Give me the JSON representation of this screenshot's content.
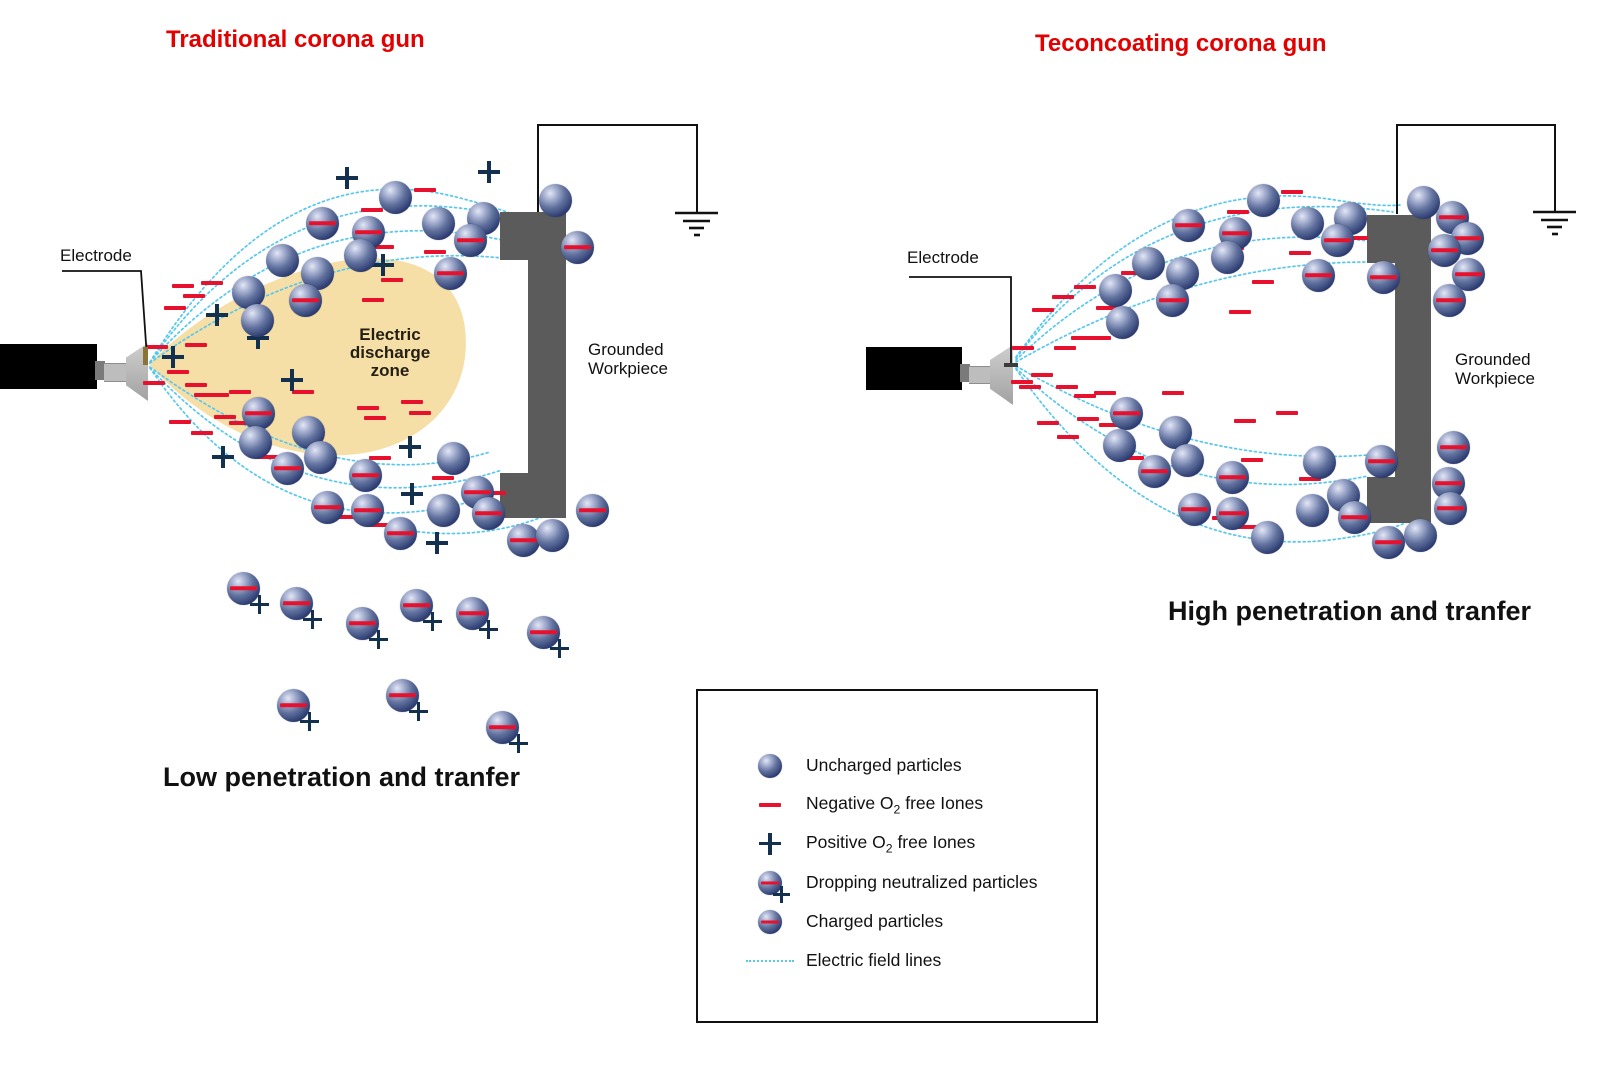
{
  "colors": {
    "title_red": "#e20000",
    "ion_minus": "#e8112d",
    "ion_plus": "#14304f",
    "field_line": "#56c8f0",
    "zone_fill": "#f6dfa6",
    "workpiece_gray": "#5b5b5b"
  },
  "left_panel": {
    "title": "Traditional corona gun",
    "electrode_label": "Electrode",
    "discharge_zone_lines": [
      "Electric",
      "discharge",
      "zone"
    ],
    "workpiece_label_lines": [
      "Grounded",
      "Workpiece"
    ],
    "caption": "Low penetration and tranfer",
    "field_lines": [
      "M150,362 Q280,150 460,198 Q530,216 562,238",
      "M150,362 Q285,168 502,215",
      "M150,362 Q300,196 502,240",
      "M150,363 Q320,240 502,258",
      "M150,368 Q285,568 502,492",
      "M150,368 Q305,534 502,470",
      "M150,367 Q330,500 490,452",
      "M335,512 Q450,553 545,516"
    ],
    "particles": [
      [
        395,
        197,
        "u"
      ],
      [
        322,
        223,
        "c"
      ],
      [
        368,
        232,
        "c"
      ],
      [
        438,
        223,
        "u"
      ],
      [
        483,
        218,
        "u"
      ],
      [
        470,
        240,
        "c"
      ],
      [
        360,
        255,
        "u"
      ],
      [
        282,
        260,
        "u"
      ],
      [
        317,
        273,
        "u"
      ],
      [
        248,
        292,
        "u"
      ],
      [
        305,
        300,
        "c"
      ],
      [
        257,
        320,
        "u"
      ],
      [
        450,
        273,
        "c"
      ],
      [
        555,
        200,
        "u"
      ],
      [
        577,
        247,
        "c"
      ],
      [
        258,
        413,
        "c"
      ],
      [
        255,
        442,
        "u"
      ],
      [
        308,
        432,
        "u"
      ],
      [
        320,
        457,
        "u"
      ],
      [
        287,
        468,
        "c"
      ],
      [
        365,
        475,
        "c"
      ],
      [
        327,
        507,
        "c"
      ],
      [
        367,
        510,
        "c"
      ],
      [
        400,
        533,
        "c"
      ],
      [
        443,
        510,
        "u"
      ],
      [
        453,
        458,
        "u"
      ],
      [
        477,
        492,
        "c"
      ],
      [
        488,
        513,
        "c"
      ],
      [
        523,
        540,
        "c"
      ],
      [
        552,
        535,
        "u"
      ],
      [
        592,
        510,
        "c"
      ],
      [
        243,
        588,
        "n"
      ],
      [
        296,
        603,
        "n"
      ],
      [
        362,
        623,
        "n"
      ],
      [
        416,
        605,
        "n"
      ],
      [
        472,
        613,
        "n"
      ],
      [
        543,
        632,
        "n"
      ],
      [
        293,
        705,
        "n"
      ],
      [
        402,
        695,
        "n"
      ],
      [
        502,
        727,
        "n"
      ]
    ],
    "plus_ions": [
      [
        347,
        178
      ],
      [
        489,
        172
      ],
      [
        383,
        265
      ],
      [
        217,
        315
      ],
      [
        258,
        338
      ],
      [
        173,
        357
      ],
      [
        292,
        380
      ],
      [
        410,
        447
      ],
      [
        412,
        494
      ],
      [
        223,
        457
      ],
      [
        437,
        543
      ]
    ],
    "minus_ions": [
      [
        425,
        190
      ],
      [
        372,
        210
      ],
      [
        383,
        247
      ],
      [
        435,
        252
      ],
      [
        212,
        283
      ],
      [
        183,
        286
      ],
      [
        194,
        296
      ],
      [
        175,
        308
      ],
      [
        157,
        347
      ],
      [
        196,
        345
      ],
      [
        154,
        383
      ],
      [
        178,
        372
      ],
      [
        196,
        385
      ],
      [
        205,
        395
      ],
      [
        180,
        422
      ],
      [
        225,
        417
      ],
      [
        202,
        433
      ],
      [
        240,
        392
      ],
      [
        218,
        395
      ],
      [
        240,
        423
      ],
      [
        267,
        457
      ],
      [
        373,
        300
      ],
      [
        392,
        280
      ],
      [
        368,
        408
      ],
      [
        412,
        402
      ],
      [
        303,
        392
      ],
      [
        375,
        418
      ],
      [
        420,
        413
      ],
      [
        380,
        458
      ],
      [
        443,
        478
      ],
      [
        345,
        517
      ],
      [
        377,
        525
      ],
      [
        495,
        493
      ]
    ]
  },
  "right_panel": {
    "title": "Teconcoating corona gun",
    "electrode_label": "Electrode",
    "workpiece_label_lines": [
      "Grounded",
      "Workpiece"
    ],
    "caption": "High penetration and tranfer",
    "field_lines": [
      "M1016,357 Q1150,170 1335,200 Q1380,207 1400,205",
      "M1016,358 Q1155,178 1393,212",
      "M1016,360 Q1165,215 1368,241",
      "M1016,362 Q1190,262 1368,262",
      "M1016,369 Q1150,560 1330,540 Q1395,532 1418,516",
      "M1016,368 Q1170,516 1368,476",
      "M1016,366 Q1190,468 1368,455"
    ],
    "particles": [
      [
        1263,
        200,
        "u"
      ],
      [
        1188,
        225,
        "c"
      ],
      [
        1235,
        233,
        "c"
      ],
      [
        1307,
        223,
        "u"
      ],
      [
        1350,
        218,
        "u"
      ],
      [
        1337,
        240,
        "c"
      ],
      [
        1227,
        257,
        "u"
      ],
      [
        1148,
        263,
        "u"
      ],
      [
        1182,
        273,
        "u"
      ],
      [
        1115,
        290,
        "u"
      ],
      [
        1172,
        300,
        "c"
      ],
      [
        1122,
        322,
        "u"
      ],
      [
        1318,
        275,
        "c"
      ],
      [
        1383,
        277,
        "c"
      ],
      [
        1423,
        202,
        "u"
      ],
      [
        1452,
        217,
        "c"
      ],
      [
        1467,
        238,
        "c"
      ],
      [
        1444,
        250,
        "c"
      ],
      [
        1468,
        274,
        "c"
      ],
      [
        1449,
        300,
        "c"
      ],
      [
        1126,
        413,
        "c"
      ],
      [
        1175,
        432,
        "u"
      ],
      [
        1119,
        445,
        "u"
      ],
      [
        1187,
        460,
        "u"
      ],
      [
        1154,
        471,
        "c"
      ],
      [
        1232,
        477,
        "c"
      ],
      [
        1194,
        509,
        "c"
      ],
      [
        1232,
        513,
        "c"
      ],
      [
        1267,
        537,
        "u"
      ],
      [
        1319,
        462,
        "u"
      ],
      [
        1343,
        495,
        "u"
      ],
      [
        1312,
        510,
        "u"
      ],
      [
        1354,
        517,
        "c"
      ],
      [
        1381,
        461,
        "c"
      ],
      [
        1388,
        542,
        "c"
      ],
      [
        1420,
        535,
        "u"
      ],
      [
        1453,
        447,
        "c"
      ],
      [
        1448,
        483,
        "c"
      ],
      [
        1450,
        508,
        "c"
      ]
    ],
    "plus_ions": [],
    "minus_ions": [
      [
        1292,
        192
      ],
      [
        1238,
        212
      ],
      [
        1233,
        248
      ],
      [
        1300,
        253
      ],
      [
        1263,
        282
      ],
      [
        1357,
        238
      ],
      [
        1240,
        312
      ],
      [
        1132,
        273
      ],
      [
        1107,
        308
      ],
      [
        1085,
        287
      ],
      [
        1063,
        297
      ],
      [
        1043,
        310
      ],
      [
        1082,
        338
      ],
      [
        1100,
        338
      ],
      [
        1065,
        348
      ],
      [
        1023,
        348
      ],
      [
        1022,
        382
      ],
      [
        1042,
        375
      ],
      [
        1105,
        393
      ],
      [
        1173,
        393
      ],
      [
        1245,
        421
      ],
      [
        1287,
        413
      ],
      [
        1030,
        387
      ],
      [
        1067,
        387
      ],
      [
        1085,
        396
      ],
      [
        1110,
        425
      ],
      [
        1088,
        419
      ],
      [
        1048,
        423
      ],
      [
        1068,
        437
      ],
      [
        1133,
        458
      ],
      [
        1252,
        460
      ],
      [
        1310,
        479
      ],
      [
        1223,
        518
      ],
      [
        1247,
        527
      ]
    ]
  },
  "legend": {
    "items": [
      {
        "type": "uncharged",
        "label": "Uncharged particles"
      },
      {
        "type": "negative",
        "label_pre": "Negative O",
        "label_sub": "2",
        "label_post": " free Iones"
      },
      {
        "type": "positive",
        "label_pre": "Positive O",
        "label_sub": "2",
        "label_post": " free Iones"
      },
      {
        "type": "dropping",
        "label": "Dropping neutralized particles"
      },
      {
        "type": "charged",
        "label": "Charged particles"
      },
      {
        "type": "fieldline",
        "label": "Electric field lines"
      }
    ]
  }
}
